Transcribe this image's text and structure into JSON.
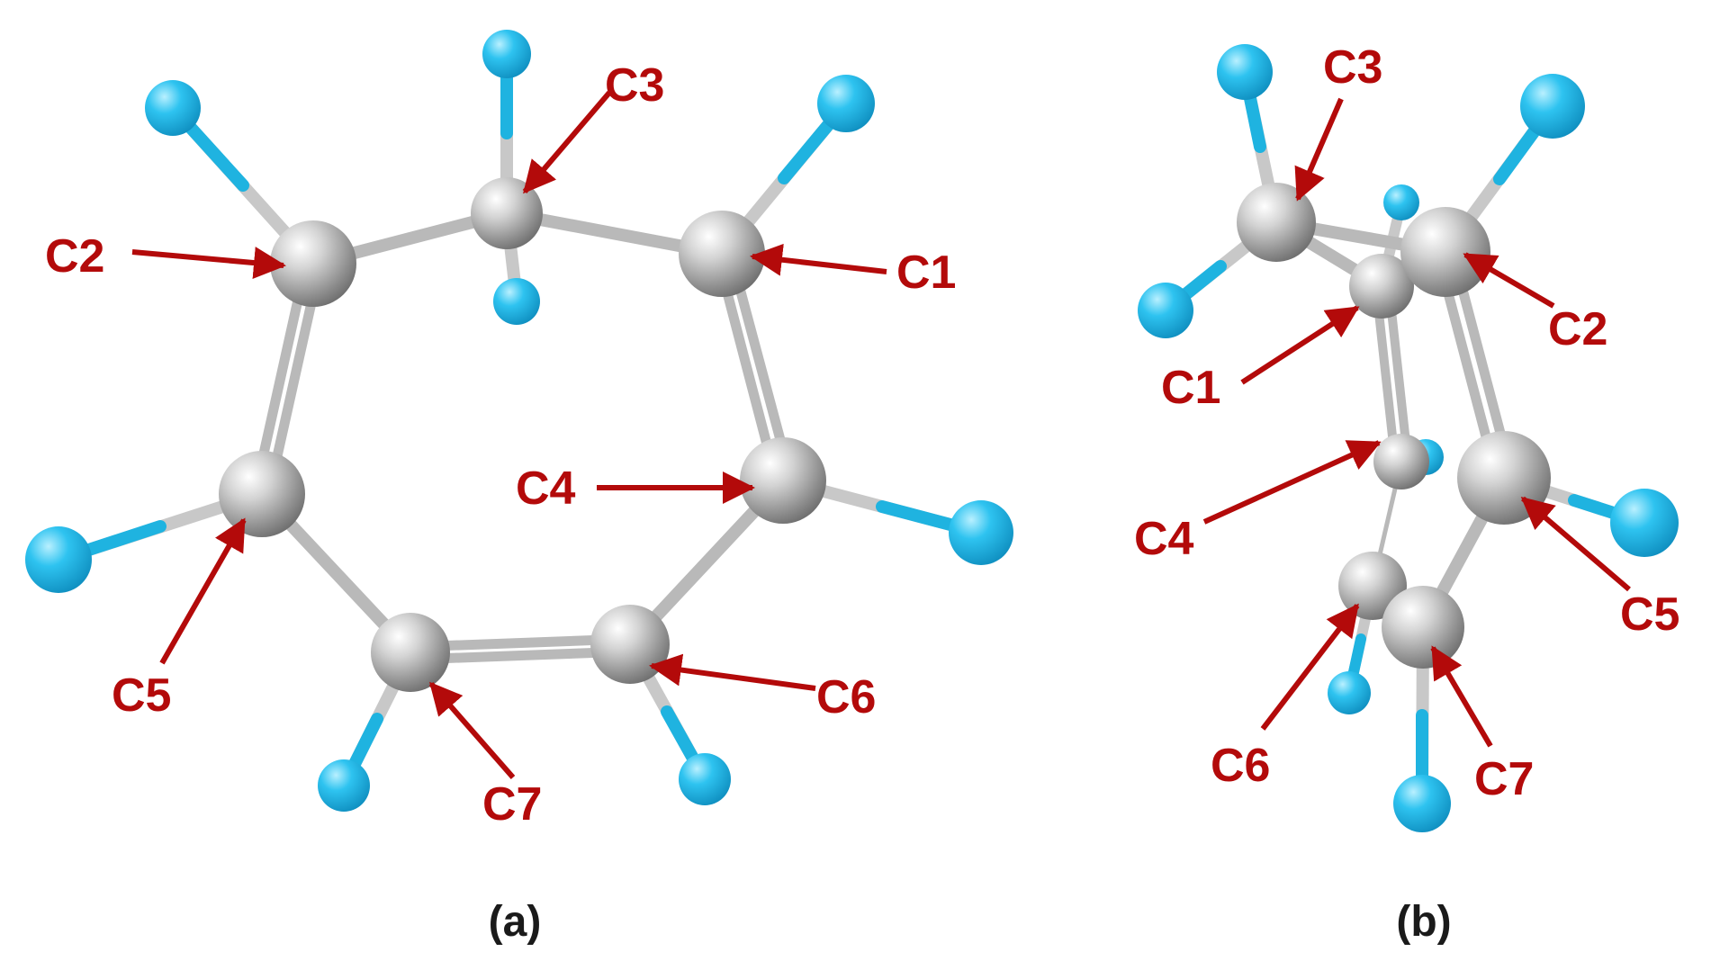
{
  "figure": {
    "panels": [
      {
        "id": "a",
        "label": "(a)",
        "atom_labels": [
          "C1",
          "C2",
          "C3",
          "C4",
          "C5",
          "C6",
          "C7"
        ]
      },
      {
        "id": "b",
        "label": "(b)",
        "atom_labels": [
          "C1",
          "C2",
          "C3",
          "C4",
          "C5",
          "C6",
          "C7"
        ]
      }
    ],
    "colors": {
      "carbon": "#9a9a9a",
      "hydrogen": "#1fb3e0",
      "arrow": "#b30a0a"
    }
  }
}
